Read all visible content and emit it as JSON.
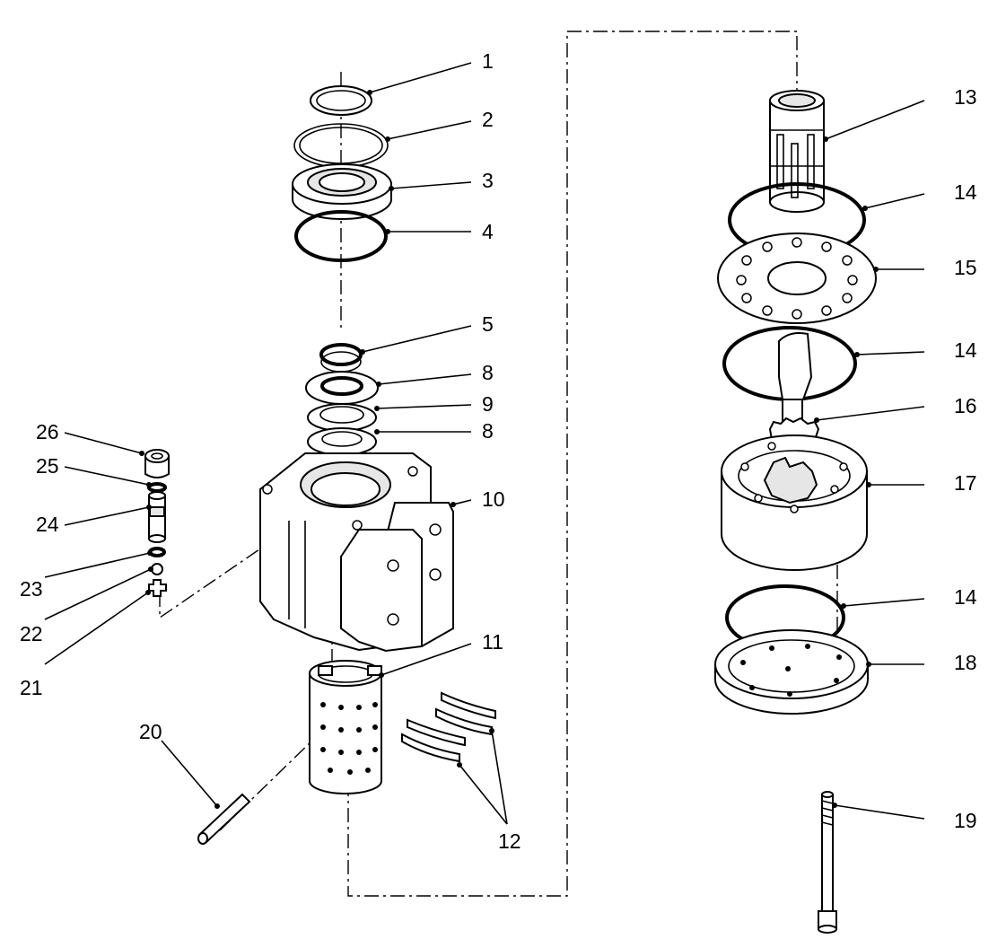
{
  "callouts": [
    {
      "id": "c1",
      "text": "1"
    },
    {
      "id": "c2",
      "text": "2"
    },
    {
      "id": "c3",
      "text": "3"
    },
    {
      "id": "c4",
      "text": "4"
    },
    {
      "id": "c5",
      "text": "5"
    },
    {
      "id": "c8a",
      "text": "8"
    },
    {
      "id": "c9",
      "text": "9"
    },
    {
      "id": "c8b",
      "text": "8"
    },
    {
      "id": "c10",
      "text": "10"
    },
    {
      "id": "c11",
      "text": "11"
    },
    {
      "id": "c12",
      "text": "12"
    },
    {
      "id": "c13",
      "text": "13"
    },
    {
      "id": "c14a",
      "text": "14"
    },
    {
      "id": "c15",
      "text": "15"
    },
    {
      "id": "c14b",
      "text": "14"
    },
    {
      "id": "c16",
      "text": "16"
    },
    {
      "id": "c17",
      "text": "17"
    },
    {
      "id": "c14c",
      "text": "14"
    },
    {
      "id": "c18",
      "text": "18"
    },
    {
      "id": "c19",
      "text": "19"
    },
    {
      "id": "c20",
      "text": "20"
    },
    {
      "id": "c21",
      "text": "21"
    },
    {
      "id": "c22",
      "text": "22"
    },
    {
      "id": "c23",
      "text": "23"
    },
    {
      "id": "c24",
      "text": "24"
    },
    {
      "id": "c25",
      "text": "25"
    },
    {
      "id": "c26",
      "text": "26"
    }
  ]
}
